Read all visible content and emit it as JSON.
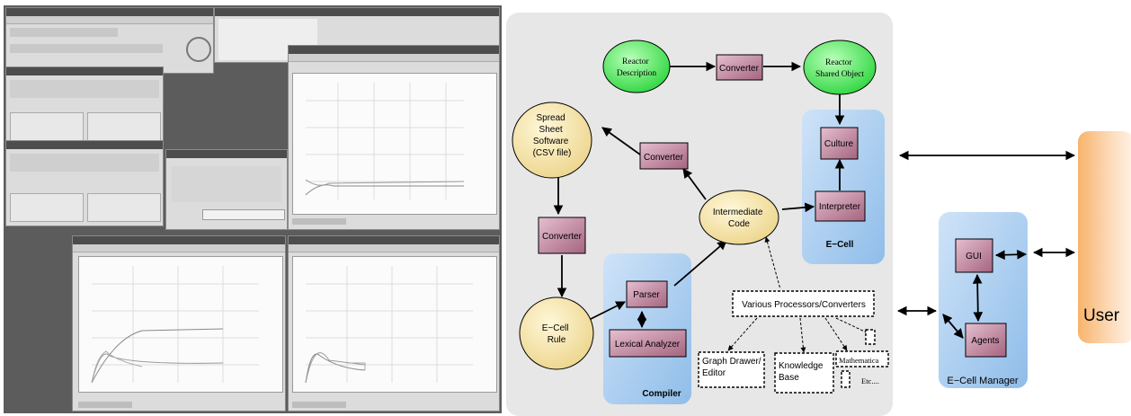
{
  "diagram": {
    "reactor_description": [
      "Reactor",
      "Description"
    ],
    "reactor_shared_object": [
      "Reactor",
      "Shared Object"
    ],
    "converter": "Converter",
    "spread_sheet": [
      "Spread",
      "Sheet",
      "Software",
      "(CSV file)"
    ],
    "culture": "Culture",
    "interpreter": "Interpreter",
    "intermediate_code": [
      "Intermediate",
      "Code"
    ],
    "ecell_label": "E−Cell",
    "parser": "Parser",
    "lexical_analyzer": "Lexical Analyzer",
    "compiler_label": "Compiler",
    "ecell_rule": [
      "E−Cell",
      "Rule"
    ],
    "various_processors": "Various Processors/Converters",
    "graph_drawer": [
      "Graph Drawer/",
      "Editor"
    ],
    "knowledge_base": [
      "Knowledge",
      "Base"
    ],
    "mathematica": "Mathematica",
    "etc": "Etc....",
    "gui": "GUI",
    "agents": "Agents",
    "manager_label": "E−Cell Manager",
    "user": "User"
  },
  "colors": {
    "green_node": "#33dd44",
    "yellow_node": "#f3e2a0",
    "converter_box": "#b97c92",
    "blue_panel": "#a9cdf2",
    "user_orange": "#f5a25a"
  }
}
